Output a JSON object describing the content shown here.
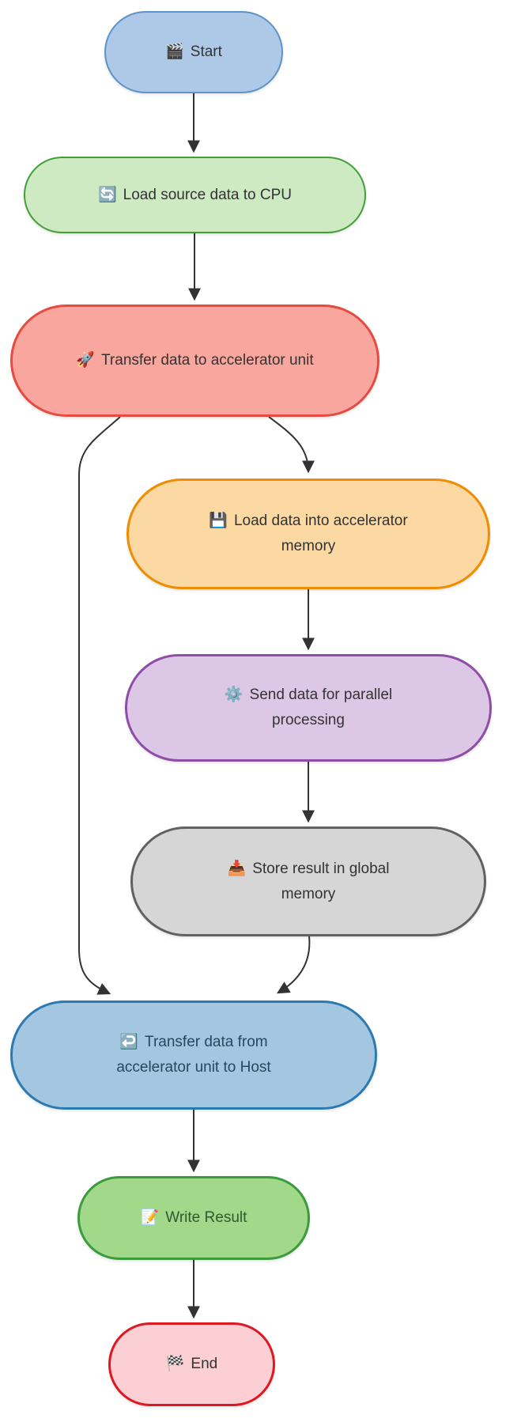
{
  "diagram": {
    "type": "flowchart",
    "direction": "top-down",
    "background": "#ffffff",
    "edge_color": "#333333",
    "nodes": [
      {
        "id": "start",
        "label": "Start",
        "icon": "🎬",
        "icon_name": "clapper-board-icon",
        "shape": "stadium",
        "fill": "#adc9e7",
        "border": "#5e93c9",
        "text_color": "#333333"
      },
      {
        "id": "load_cpu",
        "label": "Load source data to CPU",
        "icon": "🔄",
        "icon_name": "counterclockwise-arrows-icon",
        "shape": "stadium",
        "fill": "#cdeac3",
        "border": "#42a038",
        "text_color": "#333333"
      },
      {
        "id": "transfer_accel",
        "label": "Transfer data to accelerator unit",
        "icon": "🚀",
        "icon_name": "rocket-icon",
        "shape": "stadium",
        "fill": "#f9a69e",
        "border": "#e64a41",
        "text_color": "#333333"
      },
      {
        "id": "load_accel_mem",
        "label": "Load data into accelerator memory",
        "icon": "💾",
        "icon_name": "floppy-disk-icon",
        "shape": "stadium",
        "fill": "#fcd8a2",
        "border": "#f08c00",
        "text_color": "#333333"
      },
      {
        "id": "parallel_proc",
        "label": "Send data for parallel processing",
        "icon": "⚙️",
        "icon_name": "gear-icon",
        "shape": "stadium",
        "fill": "#dcc8e6",
        "border": "#8f4da8",
        "text_color": "#333333"
      },
      {
        "id": "store_global",
        "label": "Store result in global memory",
        "icon": "📥",
        "icon_name": "inbox-tray-icon",
        "shape": "stadium",
        "fill": "#d6d6d6",
        "border": "#616161",
        "text_color": "#333333"
      },
      {
        "id": "transfer_host",
        "label": "Transfer data from accelerator unit to Host",
        "icon": "↩️",
        "icon_name": "return-arrow-icon",
        "shape": "stadium",
        "fill": "#a3c7e0",
        "border": "#2d7ab3",
        "text_color": "#26485f"
      },
      {
        "id": "write_result",
        "label": "Write Result",
        "icon": "📝",
        "icon_name": "memo-icon",
        "shape": "stadium",
        "fill": "#a2d88a",
        "border": "#3b9c3b",
        "text_color": "#2f5a2f"
      },
      {
        "id": "end",
        "label": "End",
        "icon": "🏁",
        "icon_name": "chequered-flag-icon",
        "shape": "stadium",
        "fill": "#fbcfd3",
        "border": "#dc1820",
        "text_color": "#333333"
      }
    ],
    "edges": [
      {
        "from": "start",
        "to": "load_cpu"
      },
      {
        "from": "load_cpu",
        "to": "transfer_accel"
      },
      {
        "from": "transfer_accel",
        "to": "load_accel_mem"
      },
      {
        "from": "transfer_accel",
        "to": "transfer_host"
      },
      {
        "from": "load_accel_mem",
        "to": "parallel_proc"
      },
      {
        "from": "parallel_proc",
        "to": "store_global"
      },
      {
        "from": "store_global",
        "to": "transfer_host"
      },
      {
        "from": "transfer_host",
        "to": "write_result"
      },
      {
        "from": "write_result",
        "to": "end"
      }
    ]
  }
}
